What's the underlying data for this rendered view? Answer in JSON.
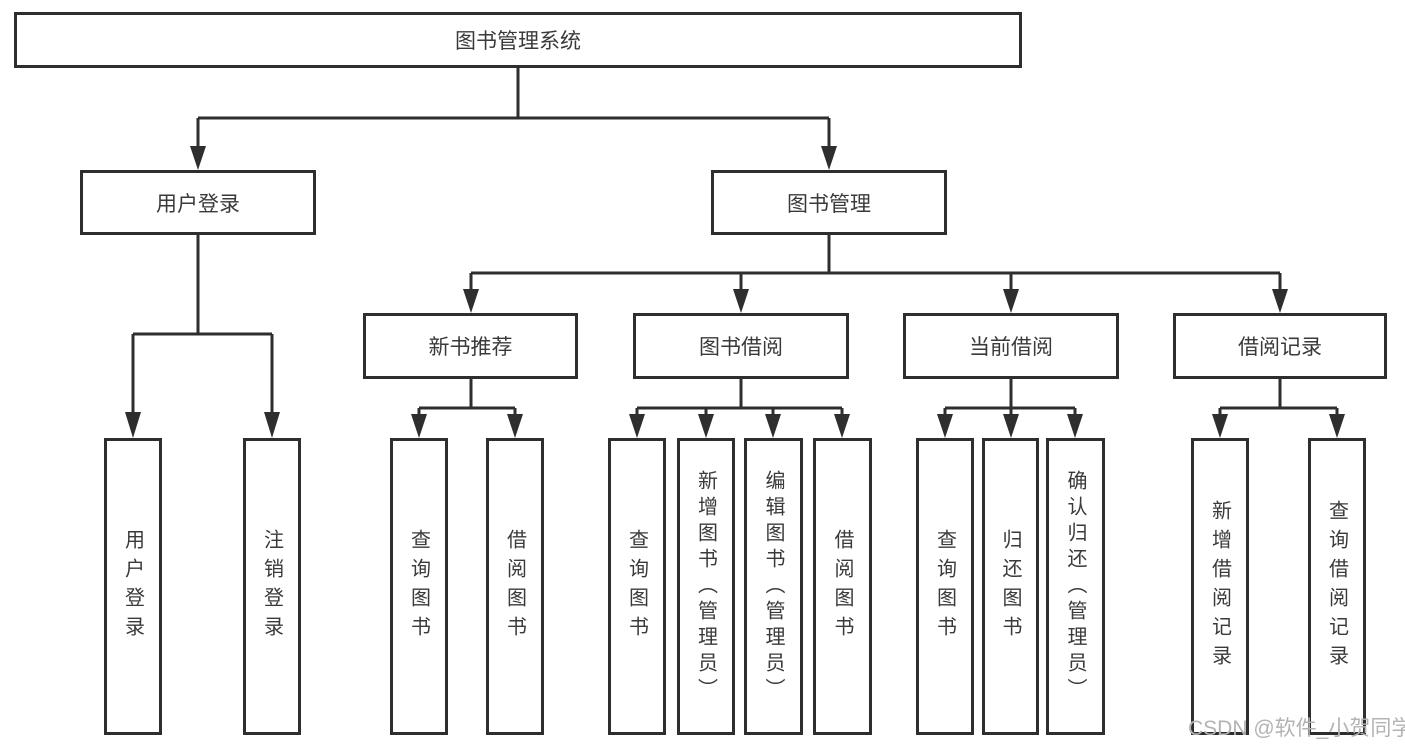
{
  "diagram": {
    "root": {
      "label": "图书管理系统"
    },
    "branches": [
      {
        "label": "用户登录",
        "leaves": [
          "用户登录",
          "注销登录"
        ]
      },
      {
        "label": "图书管理",
        "groups": [
          {
            "label": "新书推荐",
            "leaves": [
              "查询图书",
              "借阅图书"
            ]
          },
          {
            "label": "图书借阅",
            "leaves": [
              "查询图书",
              "新增图书（管理员）",
              "编辑图书（管理员）",
              "借阅图书"
            ]
          },
          {
            "label": "当前借阅",
            "leaves": [
              "查询图书",
              "归还图书",
              "确认归还（管理员）"
            ]
          },
          {
            "label": "借阅记录",
            "leaves": [
              "新增借阅记录",
              "查询借阅记录"
            ]
          }
        ]
      }
    ]
  },
  "watermark": "CSDN @软件_小贺同学",
  "colors": {
    "line": "#2e2e2e",
    "text": "#3a3a3a",
    "box_fill": "#ffffff",
    "watermark": "#b3b3b3",
    "background": "#ffffff"
  }
}
